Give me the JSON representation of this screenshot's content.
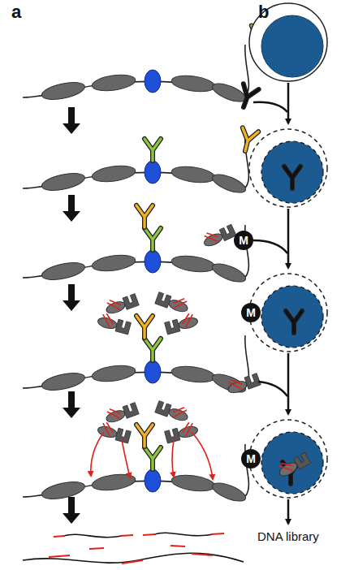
{
  "diagram": {
    "nodes": [
      {
        "text": [
          "M"
        ]
      },
      {
        "text": [
          "M"
        ]
      },
      {
        "text": [
          "M"
        ]
      }
    ],
    "labels": [
      "a",
      "b",
      "DNA library"
    ]
  }
}
